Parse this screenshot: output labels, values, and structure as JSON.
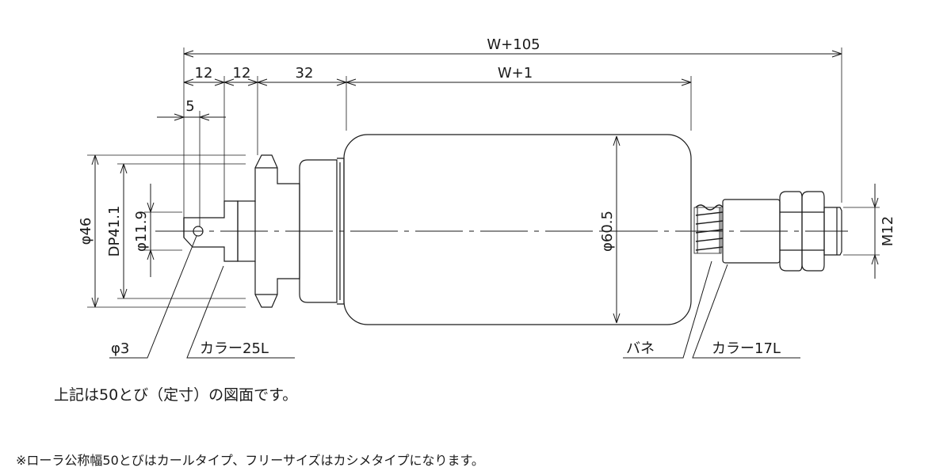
{
  "dimensions": {
    "overall_length": "W+105",
    "segment_1": "12",
    "segment_2": "12",
    "segment_3": "32",
    "body_length": "W+1",
    "pin_offset": "5",
    "flange_diameter": "φ46",
    "bearing_diameter": "DP41.1",
    "collar_diameter": "φ11.9",
    "roller_diameter": "φ60.5",
    "thread_size": "M12"
  },
  "labels": {
    "pin_hole": "φ3",
    "left_collar": "カラー25L",
    "spring": "バネ",
    "right_collar": "カラー17L"
  },
  "notes": {
    "drawing_note": "上記は50とび（定寸）の図面です。",
    "footnote": "※ローラ公称幅50とびはカールタイプ、フリーサイズはカシメタイプになります。"
  },
  "colors": {
    "line": "#1a1a1a",
    "background": "#ffffff"
  }
}
